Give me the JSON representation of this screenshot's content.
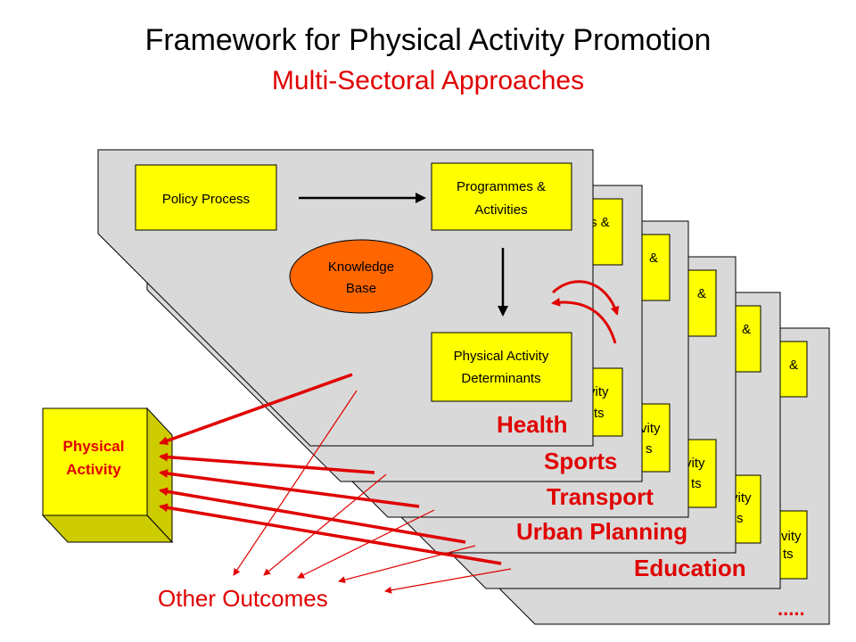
{
  "title": "Framework for Physical Activity Promotion",
  "subtitle": "Multi-Sectoral Approaches",
  "front_panel": {
    "policy_process": "Policy Process",
    "programmes_line1": "Programmes &",
    "programmes_line2": "Activities",
    "knowledge_line1": "Knowledge",
    "knowledge_line2": "Base",
    "determinants_line1": "Physical Activity",
    "determinants_line2": "Determinants"
  },
  "partial_fragments": {
    "prog_frag_1": "s &",
    "prog_frag": "&",
    "det_frag_a": "vity",
    "det_frag_b": "ts",
    "det_frag_c": "s"
  },
  "sectors": [
    "Health",
    "Sports",
    "Transport",
    "Urban Planning",
    "Education"
  ],
  "more_indicator": ".....",
  "physical_activity_line1": "Physical",
  "physical_activity_line2": "Activity",
  "other_outcomes": "Other Outcomes",
  "colors": {
    "panel": "#d9d9d9",
    "yellow": "#ffff00",
    "olive": "#cccc00",
    "orange": "#ff6600",
    "red": "#e00000"
  }
}
